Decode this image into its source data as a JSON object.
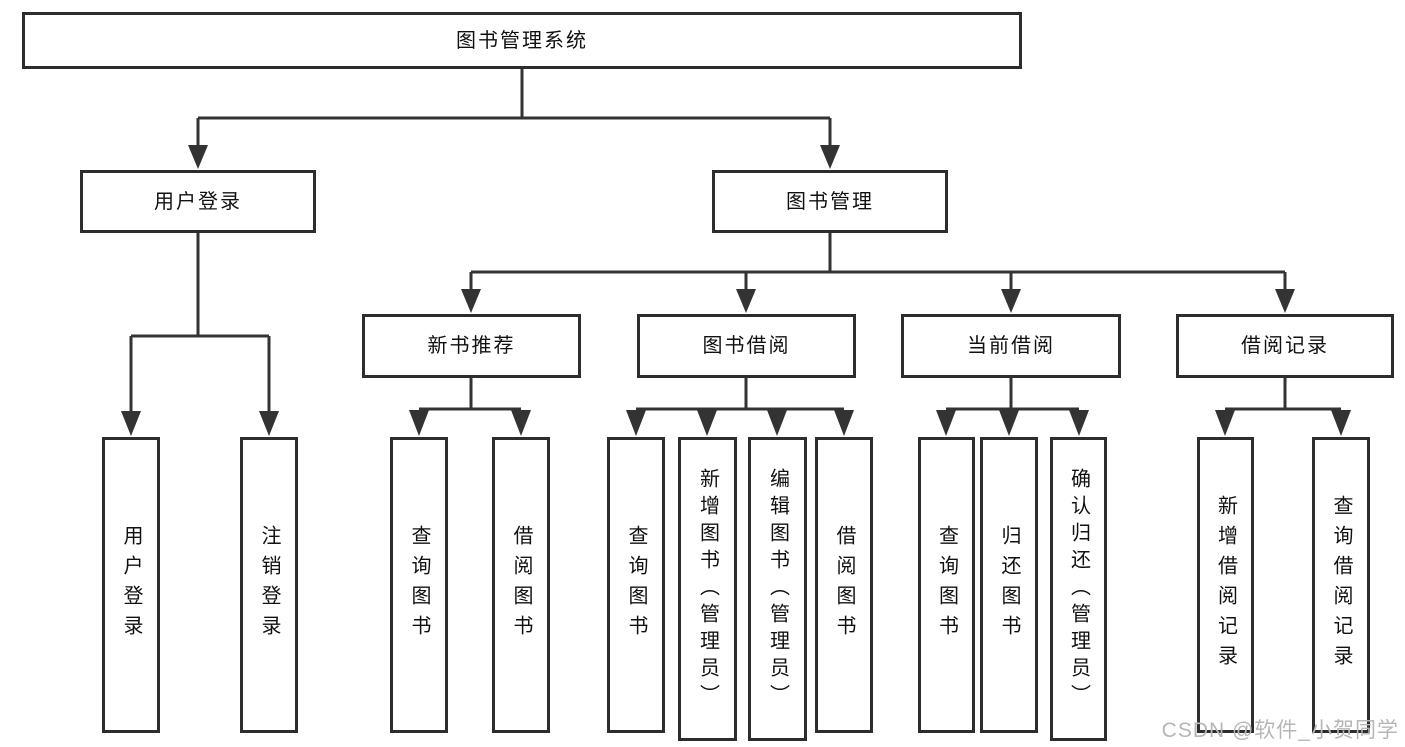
{
  "diagram": {
    "root": "图书管理系统",
    "user_login": {
      "label": "用户登录",
      "children": [
        "用户登录",
        "注销登录"
      ]
    },
    "book_management": {
      "label": "图书管理",
      "modules": [
        {
          "label": "新书推荐",
          "children": [
            "查询图书",
            "借阅图书"
          ]
        },
        {
          "label": "图书借阅",
          "children": [
            "查询图书",
            "新增图书（管理员）",
            "编辑图书（管理员）",
            "借阅图书"
          ]
        },
        {
          "label": "当前借阅",
          "children": [
            "查询图书",
            "归还图书",
            "确认归还（管理员）"
          ]
        },
        {
          "label": "借阅记录",
          "children": [
            "新增借阅记录",
            "查询借阅记录"
          ]
        }
      ]
    }
  },
  "watermark": "CSDN @软件_小贺同学",
  "colors": {
    "line": "#333333",
    "box_border": "#2d2d2d",
    "text": "#111111",
    "watermark": "#b6b6b6",
    "background": "#ffffff"
  }
}
